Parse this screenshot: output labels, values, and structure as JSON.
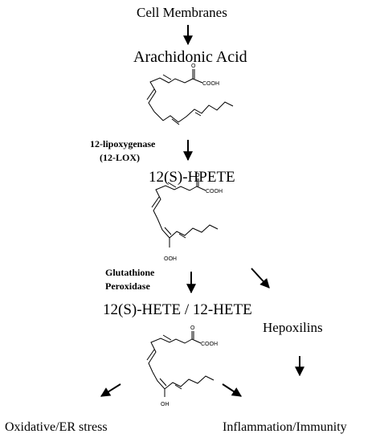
{
  "labels": {
    "cell_membranes": "Cell Membranes",
    "arachidonic_acid": "Arachidonic Acid",
    "hpete": "12(S)-HPETE",
    "hete": "12(S)-HETE / 12-HETE",
    "hepoxilins": "Hepoxilins",
    "oxidative_stress": "Oxidative/ER stress",
    "inflammation": "Inflammation/Immunity"
  },
  "enzymes": {
    "lox_line1": "12-lipoxygenase",
    "lox_line2": "(12-LOX)",
    "gpx_line1": "Glutathione",
    "gpx_line2": "Peroxidase"
  },
  "structure_labels": {
    "cooh": "COOH",
    "carbonyl_o": "O",
    "hydroperoxide": "OOH",
    "hydroxyl": "OH"
  },
  "colors": {
    "ink": "#000000",
    "background": "#ffffff"
  }
}
